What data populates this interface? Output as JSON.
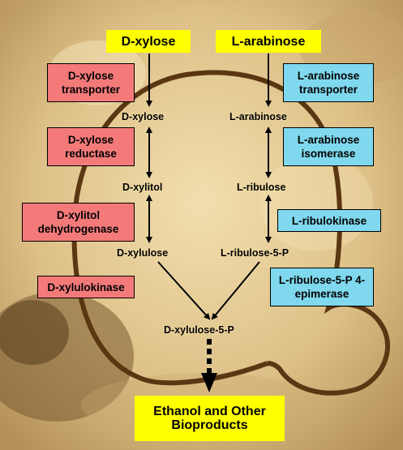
{
  "inputs": {
    "xylose": "D-xylose",
    "arabinose": "L-arabinose"
  },
  "xylose_pathway": {
    "enzymes": [
      "D-xylose transporter",
      "D-xylose reductase",
      "D-xylitol dehydrogenase",
      "D-xylulokinase"
    ],
    "intermediates": [
      "D-xylose",
      "D-xylitol",
      "D-xylulose"
    ]
  },
  "arabinose_pathway": {
    "enzymes": [
      "L-arabinose transporter",
      "L-arabinose isomerase",
      "L-ribulokinase",
      "L-ribulose-5-P 4-epimerase"
    ],
    "intermediates": [
      "L-arabinose",
      "L-ribulose",
      "L-ribulose-5-P"
    ]
  },
  "convergence": "D-xylulose-5-P",
  "output": "Ethanol and Other Bioproducts",
  "colors": {
    "input_box": "#ffff00",
    "xylose_enzyme": "#f47a7a",
    "arabinose_enzyme": "#7fd8ee",
    "cell_outline": "#5a3612"
  }
}
